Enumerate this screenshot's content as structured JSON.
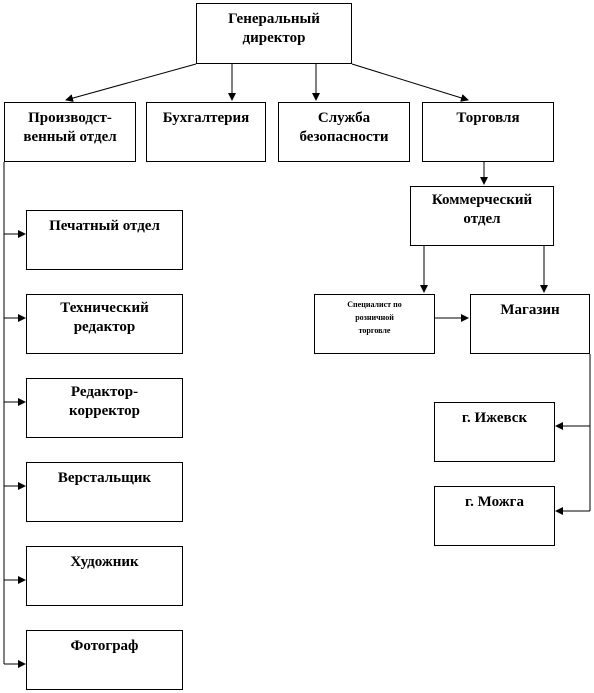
{
  "colors": {
    "line": "#000000",
    "box_border": "#000000",
    "background": "#ffffff"
  },
  "nodes": {
    "director": {
      "lines": [
        "Генеральный",
        "директор"
      ]
    },
    "production": {
      "lines": [
        "Производст-",
        "венный отдел"
      ]
    },
    "accounting": {
      "lines": [
        "Бухгалтерия"
      ]
    },
    "security": {
      "lines": [
        "Служба",
        "безопасности"
      ]
    },
    "trade": {
      "lines": [
        "Торговля"
      ]
    },
    "commercial": {
      "lines": [
        "Коммерческий",
        "отдел"
      ]
    },
    "print_dept": {
      "lines": [
        "Печатный отдел"
      ]
    },
    "tech_editor": {
      "lines": [
        "Технический",
        "редактор"
      ]
    },
    "proofreader": {
      "lines": [
        "Редактор-",
        "корректор"
      ]
    },
    "typesetter": {
      "lines": [
        "Верстальщик"
      ]
    },
    "artist": {
      "lines": [
        "Художник"
      ]
    },
    "photographer": {
      "lines": [
        "Фотограф"
      ]
    },
    "retail_specialist": {
      "lines": [
        "Специалист по",
        "розничной",
        "торговле"
      ]
    },
    "store": {
      "lines": [
        "Магазин"
      ]
    },
    "izhevsk": {
      "lines": [
        "г. Ижевск"
      ]
    },
    "mozhga": {
      "lines": [
        "г. Можга"
      ]
    }
  }
}
